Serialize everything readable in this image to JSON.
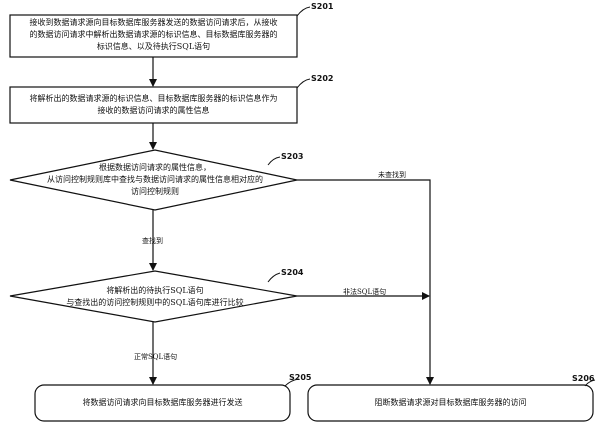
{
  "steps": {
    "s201": {
      "label": "S201",
      "lines": [
        "接收到数据请求源向目标数据库服务器发送的数据访问请求后，从接收",
        "的数据访问请求中解析出数据请求源的标识信息、目标数据库服务器的",
        "标识信息、以及待执行SQL语句"
      ]
    },
    "s202": {
      "label": "S202",
      "lines": [
        "将解析出的数据请求源的标识信息、目标数据库服务器的标识信息作为",
        "接收的数据访问请求的属性信息"
      ]
    },
    "s203": {
      "label": "S203",
      "lines": [
        "根据数据访问请求的属性信息，",
        "从访问控制规则库中查找与数据访问请求的属性信息相对应的",
        "访问控制规则"
      ]
    },
    "s204": {
      "label": "S204",
      "lines": [
        "将解析出的待执行SQL语句",
        "与查找出的访问控制规则中的SQL语句库进行比较"
      ]
    },
    "s205": {
      "label": "S205",
      "lines": [
        "将数据访问请求向目标数据库服务器进行发送"
      ]
    },
    "s206": {
      "label": "S206",
      "lines": [
        "阻断数据请求源对目标数据库服务器的访问"
      ]
    }
  },
  "edges": {
    "found": "查找到",
    "not_found": "未查找到",
    "illegal_sql": "非法SQL语句",
    "normal_sql": "正常SQL语句"
  }
}
